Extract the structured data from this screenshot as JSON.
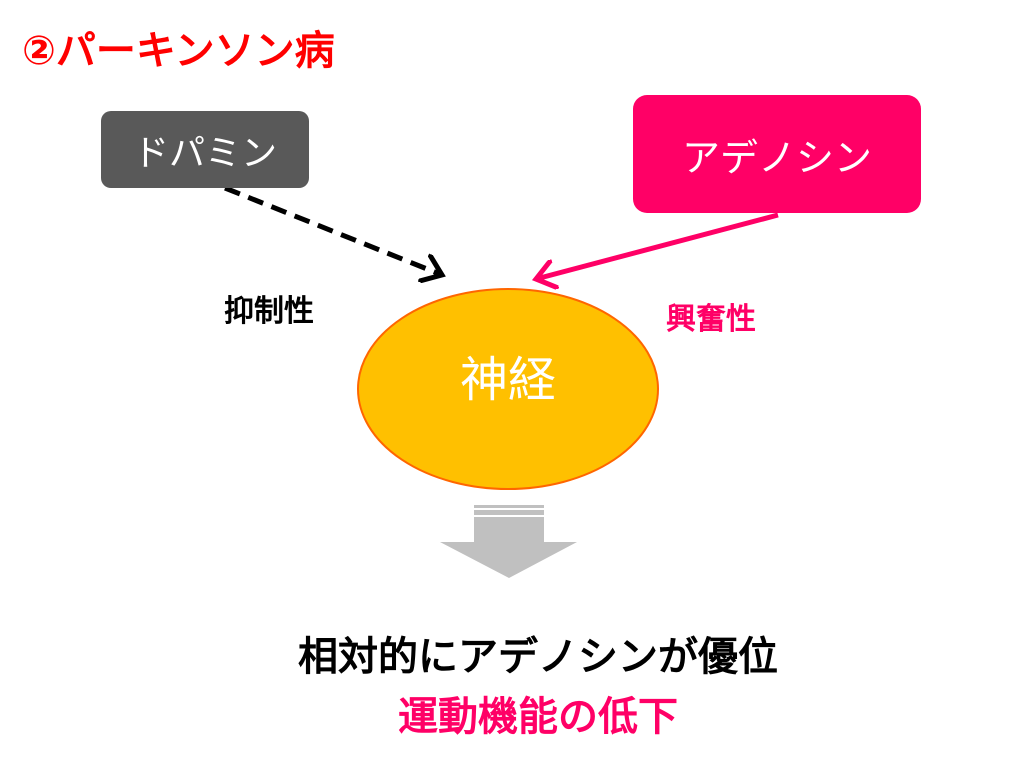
{
  "title": "②パーキンソン病",
  "dopamine_label": "ドパミン",
  "adenosine_label": "アデノシン",
  "inhibitory_label": "抑制性",
  "excitatory_label": "興奮性",
  "neuron_label": "神経",
  "conclusion_line1": "相対的にアデノシンが優位",
  "conclusion_line2": "運動機能の低下",
  "colors": {
    "title": "#ff0000",
    "accent": "#ff0066",
    "dopamine_box": "#595959",
    "neuron_fill": "#ffc000",
    "neuron_stroke": "#ff6600",
    "arrow_gray": "#c0c0c0"
  }
}
